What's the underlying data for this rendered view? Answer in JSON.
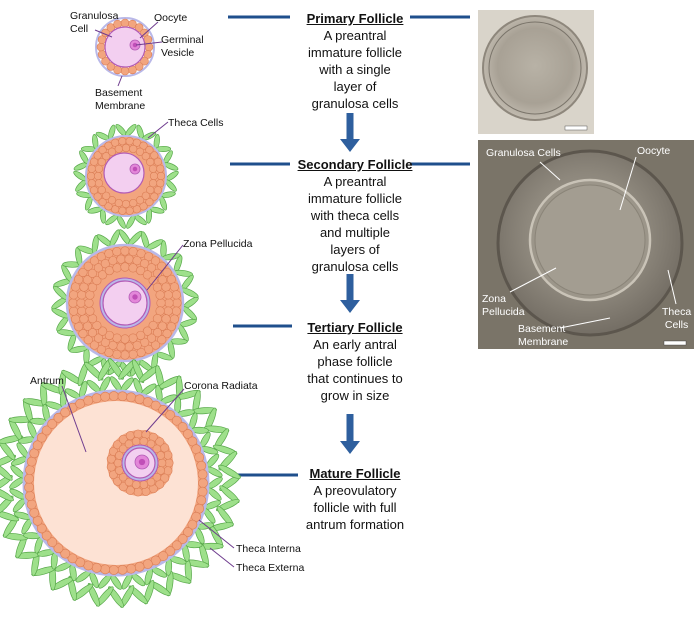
{
  "stages": [
    {
      "title": "Primary Follicle",
      "description": "A preantral\nimmature follicle\nwith a single\nlayer of\ngranulosa cells"
    },
    {
      "title": "Secondary Follicle",
      "description": "A preantral\nimmature follicle\nwith theca cells\nand multiple\nlayers of\ngranulosa cells"
    },
    {
      "title": "Tertiary Follicle",
      "description": "An early antral\nphase follicle\nthat continues to\ngrow in size"
    },
    {
      "title": "Mature Follicle",
      "description": "A preovulatory\nfollicle with full\nantrum formation"
    }
  ],
  "labels": {
    "granulosa_cell": "Granulosa\nCell",
    "oocyte": "Oocyte",
    "germinal_vesicle": "Germinal\nVesicle",
    "basement_membrane": "Basement\nMembrane",
    "theca_cells": "Theca Cells",
    "zona_pellucida": "Zona Pellucida",
    "antrum": "Antrum",
    "corona_radiata": "Corona Radiata",
    "theca_interna": "Theca Interna",
    "theca_externa": "Theca Externa"
  },
  "photo_labels": {
    "granulosa_cells": "Granulosa Cells",
    "oocyte": "Oocyte",
    "zona_pellucida": "Zona\nPellucida",
    "basement_membrane": "Basement\nMembrane",
    "theca_cells": "Theca\nCells"
  },
  "colors": {
    "arrow": "#2e5f9e",
    "connector": "#1f4f8c",
    "granulosa": "#f2a57f",
    "granulosa_edge": "#d97c54",
    "oocyte": "#f3cff0",
    "oocyte_edge": "#b25bb5",
    "nucleus": "#e387d9",
    "theca": "#9ee08b",
    "theca_edge": "#58a84a",
    "antrum": "#fde2d4",
    "basement": "#b9b8e8"
  }
}
